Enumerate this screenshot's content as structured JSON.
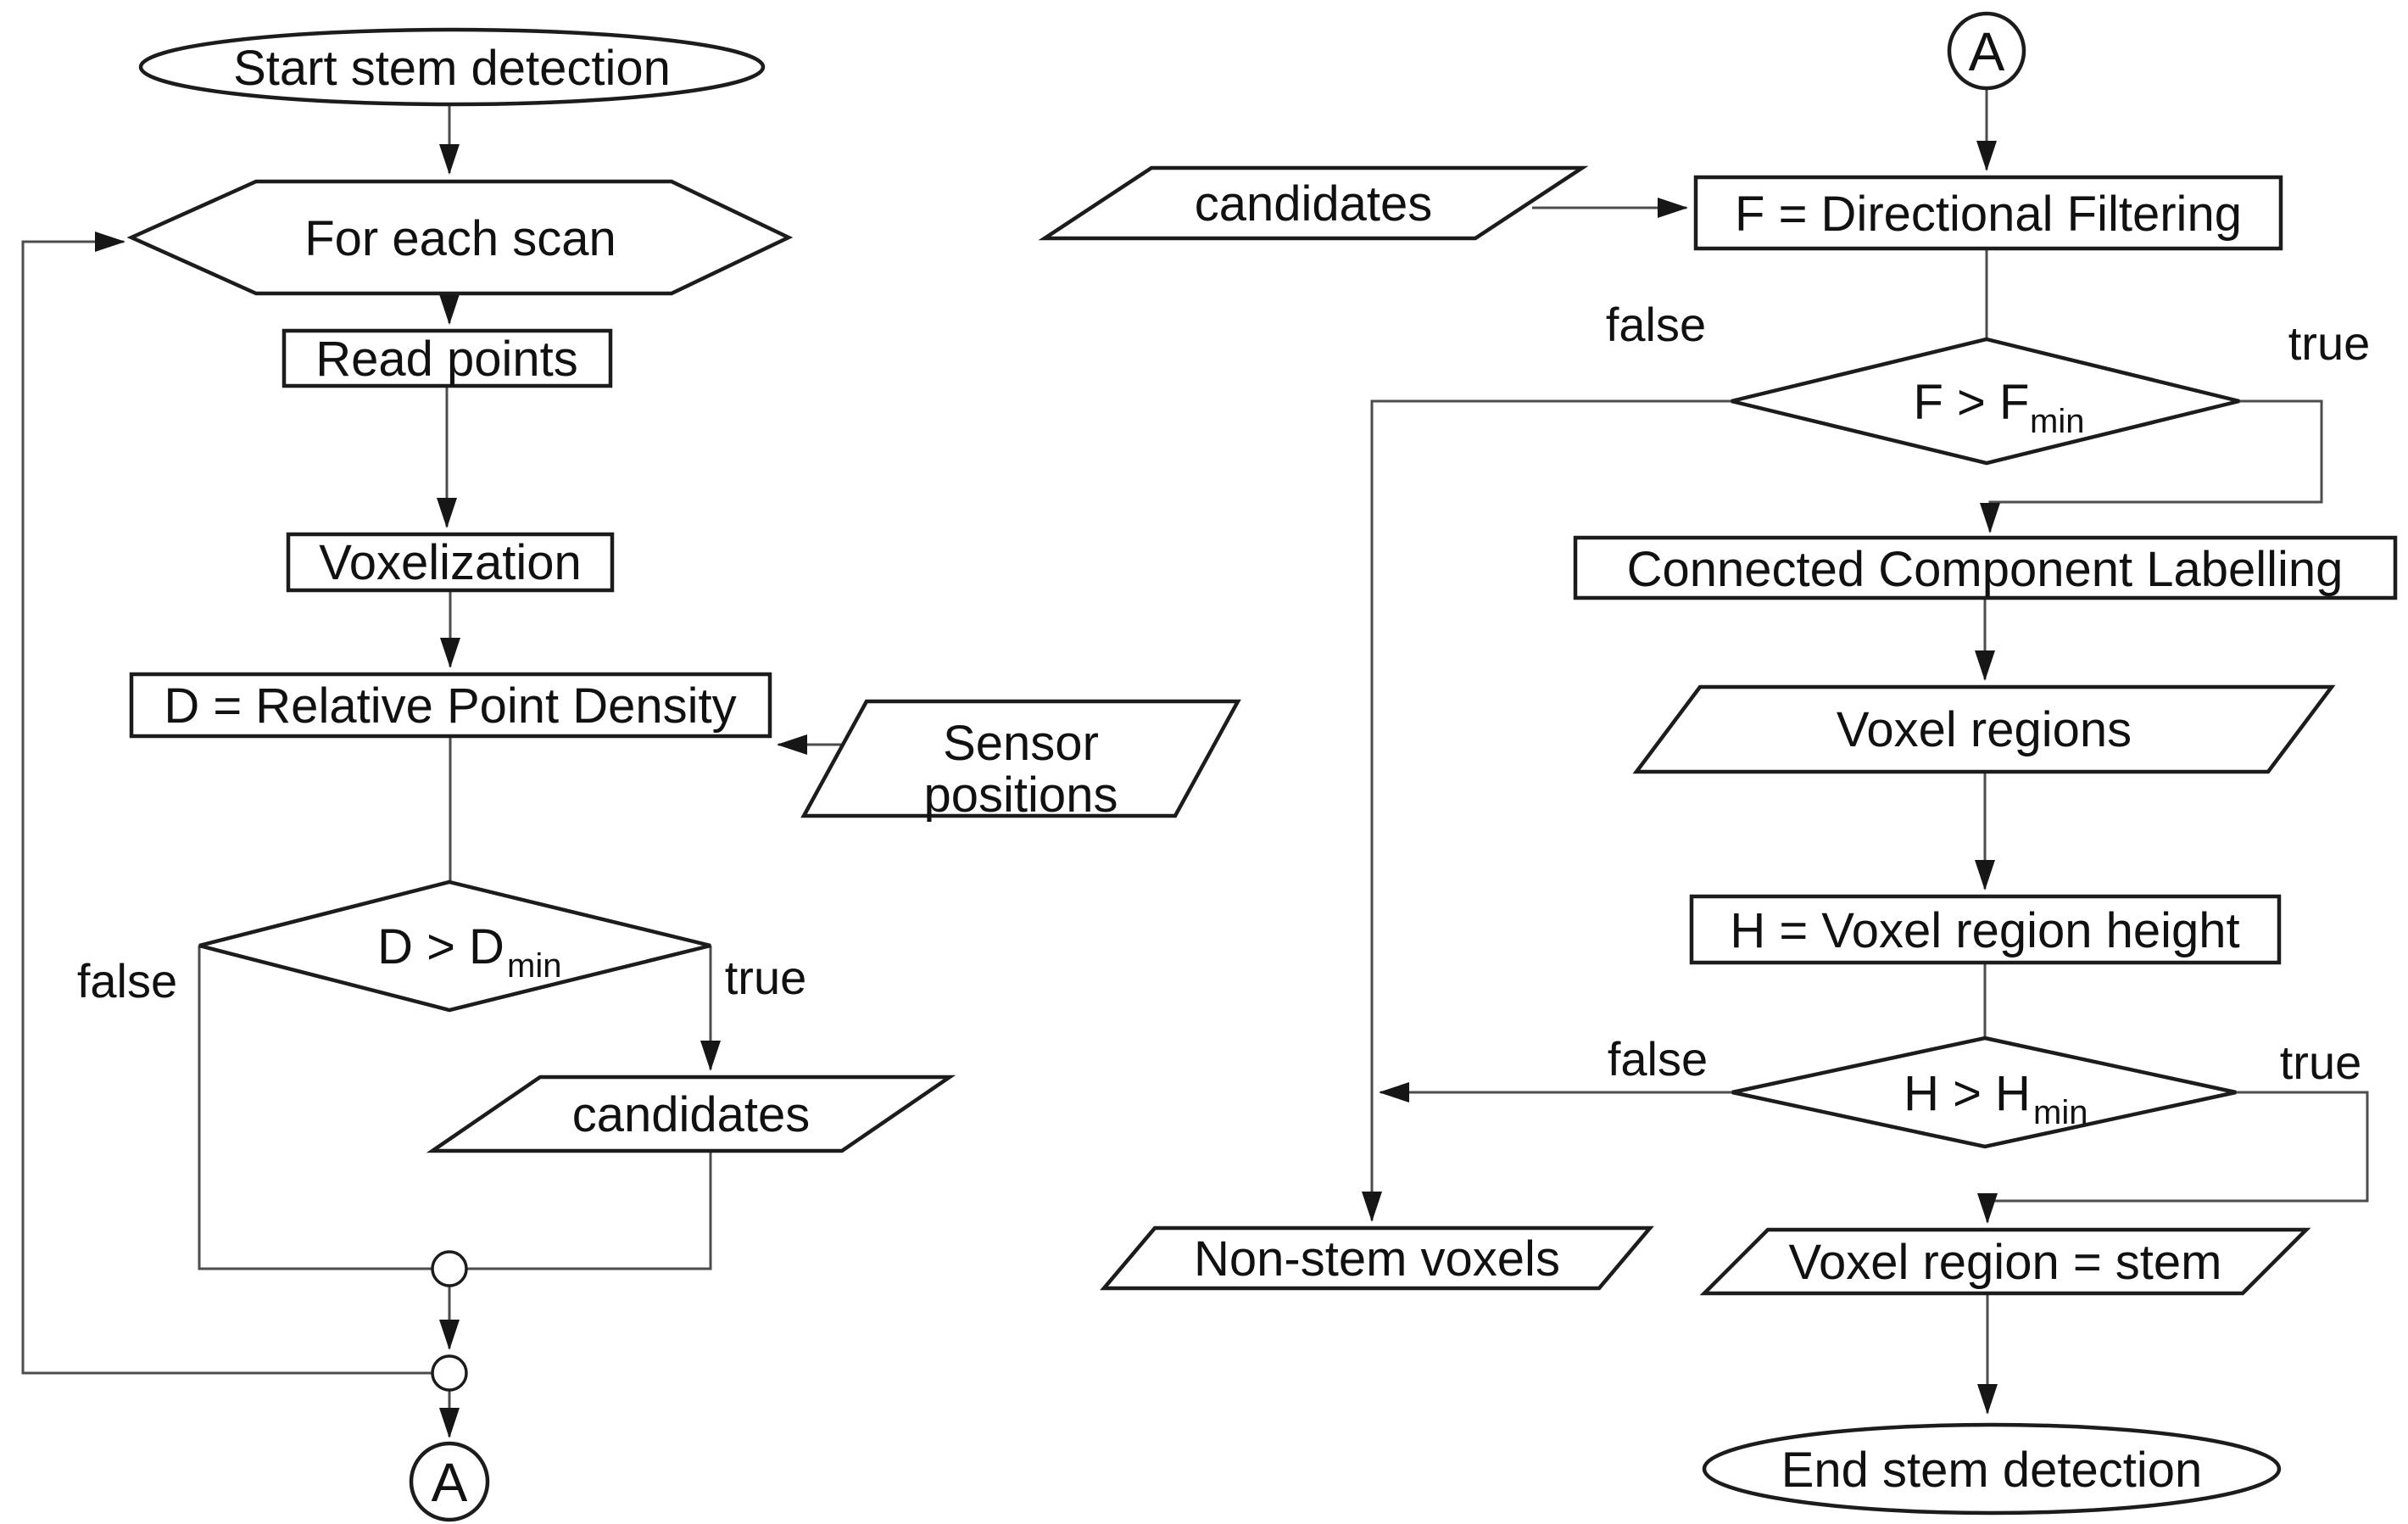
{
  "flowchart": {
    "description": "Stem detection algorithm flowchart",
    "colors": {
      "background": "#ffffff",
      "shape_stroke": "#1c1c1c",
      "connector_stroke": "#4d4d4d",
      "arrow_fill": "#161616",
      "text": "#111111"
    },
    "left_column": {
      "start_terminator": "Start stem detection",
      "for_each_scan_loop": "For each scan",
      "read_points_process": "Read points",
      "voxelization_process": "Voxelization",
      "density_process": "D = Relative Point Density",
      "sensor_positions_line1": "Sensor",
      "sensor_positions_line2": "positions",
      "density_decision_main": "D > D",
      "density_decision_sub": "min",
      "density_false_label": "false",
      "density_true_label": "true",
      "candidates_data": "candidates",
      "connector_a_label": "A"
    },
    "right_column": {
      "connector_a_label": "A",
      "candidates_data": "candidates",
      "filtering_process": "F = Directional Filtering",
      "filtering_decision_main": "F > F",
      "filtering_decision_sub": "min",
      "filtering_false_label": "false",
      "filtering_true_label": "true",
      "ccl_process": "Connected Component Labelling",
      "voxel_regions_data": "Voxel regions",
      "height_process": "H = Voxel region height",
      "height_decision_main": "H > H",
      "height_decision_sub": "min",
      "height_false_label": "false",
      "height_true_label": "true",
      "non_stem_data": "Non-stem voxels",
      "stem_data": "Voxel region = stem",
      "end_terminator": "End stem detection"
    }
  }
}
